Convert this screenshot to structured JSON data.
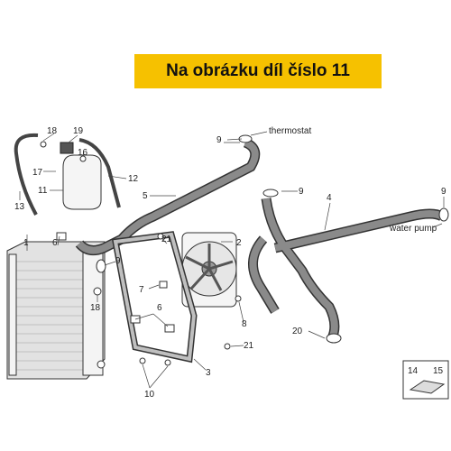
{
  "banner": {
    "text": "Na obrázku díl číslo 11",
    "color": "#f6c100"
  },
  "callouts": {
    "c1": "1",
    "c2": "2",
    "c3": "3",
    "c4": "4",
    "c5": "5",
    "c6a": "6",
    "c6b": "6",
    "c7": "7",
    "c8": "8",
    "c9a": "9",
    "c9b": "9",
    "c9c": "9",
    "c9d": "9",
    "c10": "10",
    "c11": "11",
    "c12": "12",
    "c13": "13",
    "c14": "14",
    "c15": "15",
    "c16": "16",
    "c17": "17",
    "c18a": "18",
    "c18b": "18",
    "c19": "19",
    "c20": "20",
    "c21a": "21",
    "c21b": "21"
  },
  "annotations": {
    "thermostat": "thermostat",
    "water_pump": "water pump"
  },
  "colors": {
    "hose": "#6e6e6e",
    "radiator": "#d9d9d9",
    "line": "#333333"
  }
}
